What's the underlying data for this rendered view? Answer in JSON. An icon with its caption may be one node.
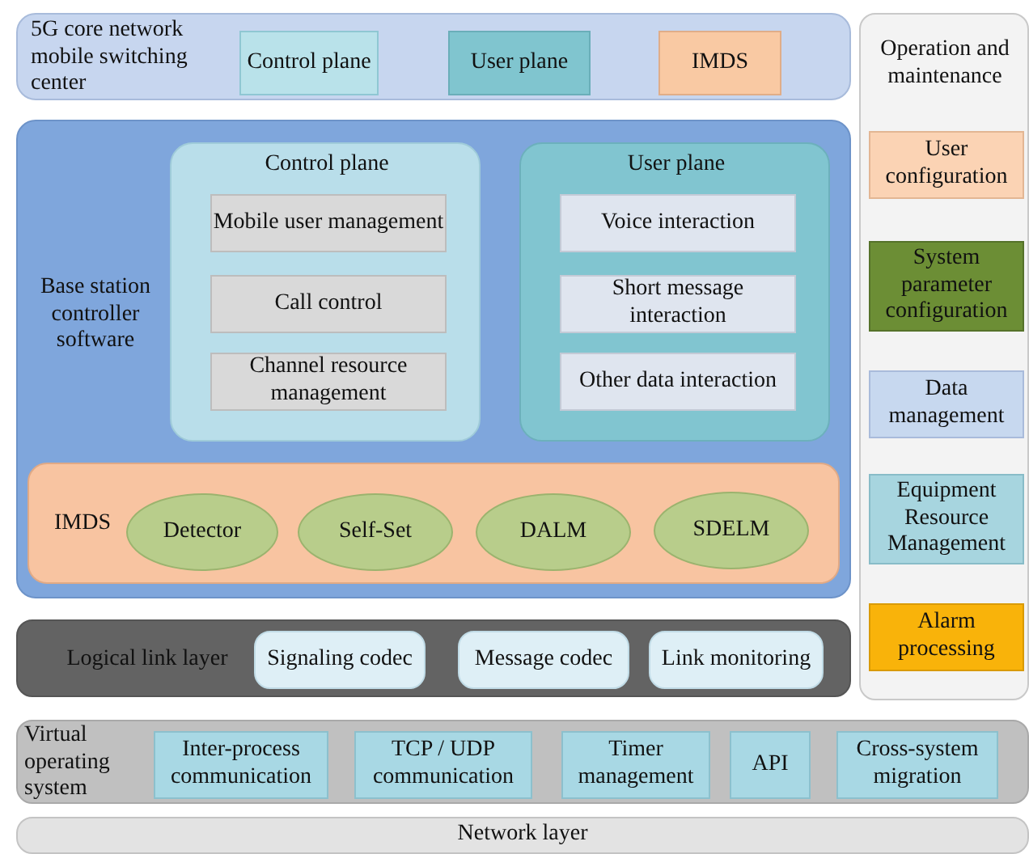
{
  "diagram": {
    "nodes": [
      {
        "text": [
          "5G core network mobile switching center"
        ]
      },
      {
        "text": [
          "Control plane"
        ],
        "in": 0
      },
      {
        "text": [
          "User plane"
        ],
        "in": 0
      },
      {
        "text": [
          "IMDS"
        ],
        "in": 0
      },
      {
        "text": [
          "Operation and maintenance"
        ]
      },
      {
        "text": [
          "User configuration"
        ],
        "in": 4
      },
      {
        "text": [
          "System parameter configuration"
        ],
        "in": 4
      },
      {
        "text": [
          "Data management"
        ],
        "in": 4
      },
      {
        "text": [
          "Equipment Resource Management"
        ],
        "in": 4
      },
      {
        "text": [
          "Alarm processing"
        ],
        "in": 4
      },
      {
        "text": [
          "Base station controller software"
        ]
      },
      {
        "text": [
          "Control plane"
        ],
        "in": 10
      },
      {
        "text": [
          "Mobile user management"
        ],
        "in": 11
      },
      {
        "text": [
          "Call control"
        ],
        "in": 11
      },
      {
        "text": [
          "Channel resource management"
        ],
        "in": 11
      },
      {
        "text": [
          "User plane"
        ],
        "in": 10
      },
      {
        "text": [
          "Voice interaction"
        ],
        "in": 15
      },
      {
        "text": [
          "Short message interaction"
        ],
        "in": 15
      },
      {
        "text": [
          "Other data interaction"
        ],
        "in": 15
      },
      {
        "text": [
          "IMDS"
        ],
        "in": 10
      },
      {
        "text": [
          "Detector"
        ],
        "in": 19
      },
      {
        "text": [
          "Self-Set"
        ],
        "in": 19
      },
      {
        "text": [
          "DALM"
        ],
        "in": 19
      },
      {
        "text": [
          "SDELM"
        ],
        "in": 19
      },
      {
        "text": [
          "Logical link layer"
        ]
      },
      {
        "text": [
          "Signaling codec"
        ],
        "in": 24
      },
      {
        "text": [
          "Message codec"
        ],
        "in": 24
      },
      {
        "text": [
          "Link monitoring"
        ],
        "in": 24
      },
      {
        "text": [
          "Virtual operating system"
        ]
      },
      {
        "text": [
          "Inter-process communication"
        ],
        "in": 28
      },
      {
        "text": [
          "TCP / UDP communication"
        ],
        "in": 28
      },
      {
        "text": [
          "Timer management"
        ],
        "in": 28
      },
      {
        "text": [
          "API"
        ],
        "in": 28
      },
      {
        "text": [
          "Cross-system migration"
        ],
        "in": 28
      },
      {
        "text": [
          "Network layer"
        ]
      }
    ]
  }
}
